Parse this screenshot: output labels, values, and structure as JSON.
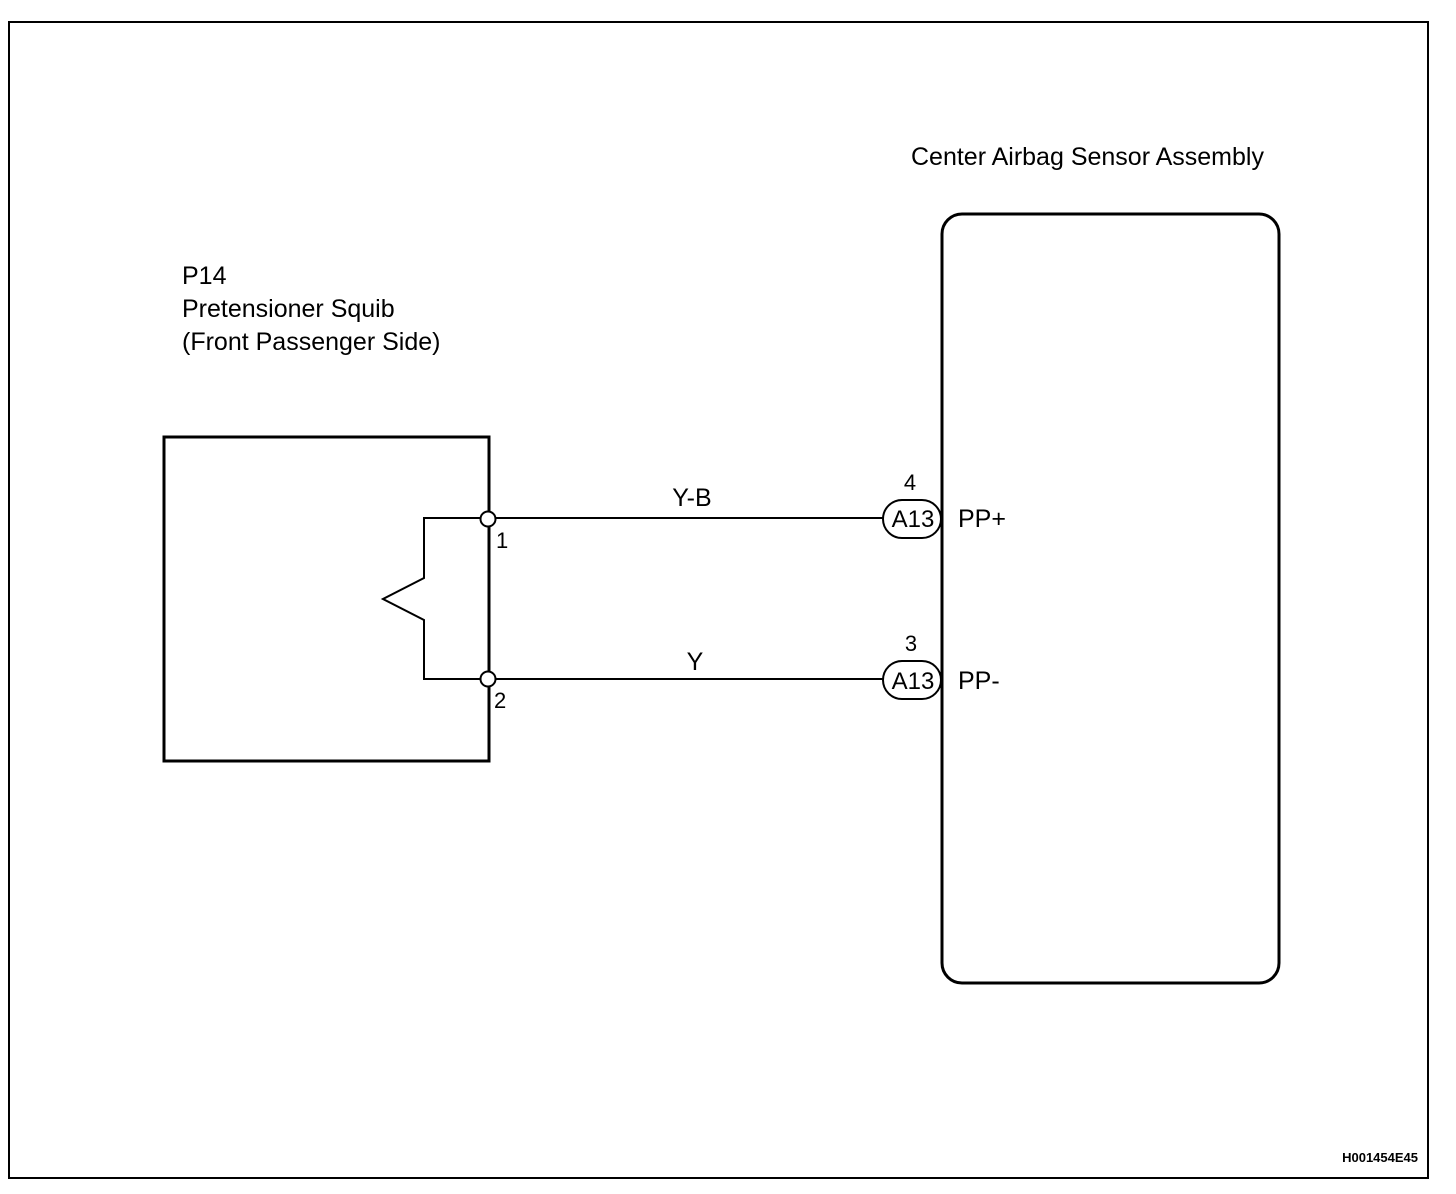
{
  "squib": {
    "code": "P14",
    "name": "Pretensioner Squib",
    "side": "(Front Passenger Side)",
    "pins": {
      "pos": "1",
      "neg": "2"
    }
  },
  "sensor": {
    "name": "Center Airbag Sensor Assembly"
  },
  "wires": [
    {
      "color": "Y-B",
      "connector": "A13",
      "pin": "4",
      "signal": "PP+"
    },
    {
      "color": "Y",
      "connector": "A13",
      "pin": "3",
      "signal": "PP-"
    }
  ],
  "figure_code": "H001454E45"
}
